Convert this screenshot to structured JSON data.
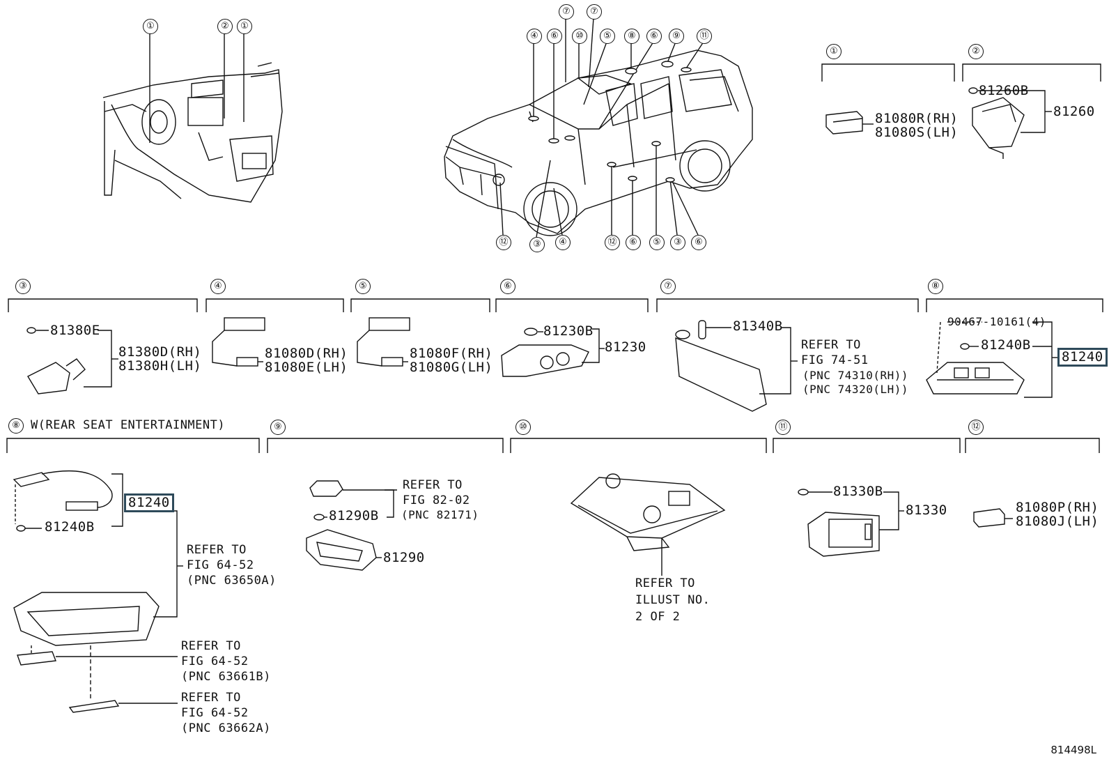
{
  "callouts_overview": {
    "interior": [
      "①",
      "②",
      "①"
    ],
    "vehicle_top": [
      "④",
      "⑥",
      "⑦",
      "⑩",
      "⑦",
      "⑤",
      "⑧",
      "⑥",
      "⑨",
      "⑪"
    ],
    "vehicle_bottom": [
      "⑫",
      "③",
      "④",
      "⑫",
      "⑥",
      "⑤",
      "③",
      "⑥"
    ]
  },
  "sections": {
    "s1": {
      "num": "①",
      "parts": [
        "81080R(RH)",
        "81080S(LH)"
      ]
    },
    "s2": {
      "num": "②",
      "bulb": "81260B",
      "assy": "81260"
    },
    "s3": {
      "num": "③",
      "bulb": "81380E",
      "parts": [
        "81380D(RH)",
        "81380H(LH)"
      ]
    },
    "s4": {
      "num": "④",
      "parts": [
        "81080D(RH)",
        "81080E(LH)"
      ]
    },
    "s5": {
      "num": "⑤",
      "parts": [
        "81080F(RH)",
        "81080G(LH)"
      ]
    },
    "s6": {
      "num": "⑥",
      "bulb": "81230B",
      "assy": "81230"
    },
    "s7": {
      "num": "⑦",
      "bulb": "81340B",
      "refer": [
        "REFER TO",
        "FIG 74-51",
        "(PNC 74310(RH))",
        "(PNC 74320(LH))"
      ]
    },
    "s8": {
      "num": "⑧",
      "screw": "90467-10161(4)",
      "bulb": "81240B",
      "assy": "81240"
    },
    "s8w": {
      "num": "⑧",
      "title": "W(REAR SEAT ENTERTAINMENT)",
      "assy": "81240",
      "bulb": "81240B",
      "refer1": [
        "REFER TO",
        "FIG 64-52",
        "(PNC 63650A)"
      ],
      "refer2": [
        "REFER TO",
        "FIG 64-52",
        "(PNC 63661B)"
      ],
      "refer3": [
        "REFER TO",
        "FIG 64-52",
        "(PNC 63662A)"
      ]
    },
    "s9": {
      "num": "⑨",
      "bulb": "81290B",
      "assy": "81290",
      "refer": [
        "REFER TO",
        "FIG 82-02",
        "(PNC 82171)"
      ]
    },
    "s10": {
      "num": "⑩",
      "refer": [
        "REFER TO",
        "ILLUST NO.",
        "2 OF 2"
      ]
    },
    "s11": {
      "num": "⑪",
      "bulb": "81330B",
      "assy": "81330"
    },
    "s12": {
      "num": "⑫",
      "parts": [
        "81080P(RH)",
        "81080J(LH)"
      ]
    }
  },
  "doc_number": "814498L",
  "colors": {
    "line": "#111111",
    "highlight_box": "#2e4a5a"
  }
}
